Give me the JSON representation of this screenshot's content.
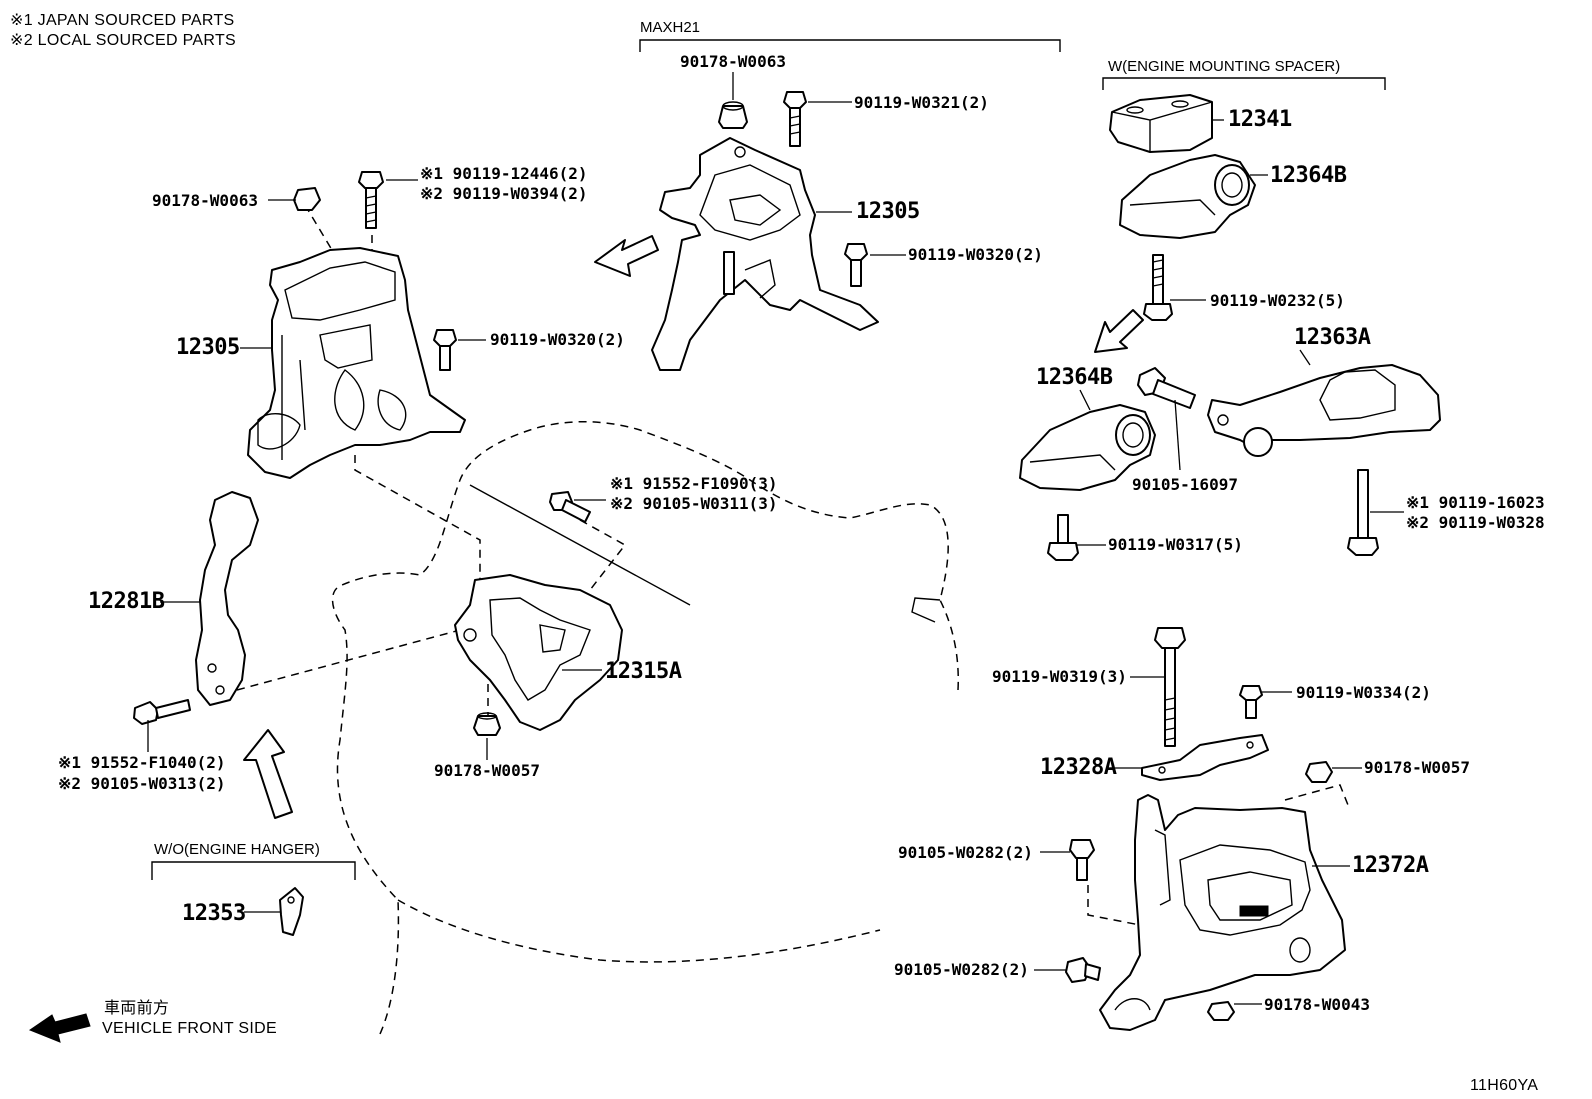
{
  "notes": {
    "note1": "※1  JAPAN SOURCED PARTS",
    "note2": "※2  LOCAL SOURCED PARTS"
  },
  "groups": {
    "maxh21": "MAXH21",
    "spacer": "W(ENGINE MOUNTING SPACER)",
    "hanger": "W/O(ENGINE HANGER)"
  },
  "direction": {
    "jp": "車両前方",
    "en": "VEHICLE FRONT SIDE"
  },
  "diagram_code": "11H60YA",
  "parts": {
    "p90178_w0063_top": "90178-W0063",
    "p90119_w0321": "90119-W0321(2)",
    "p12305_top": "12305",
    "p90119_w0320_top": "90119-W0320(2)",
    "p90178_w0063_left": "90178-W0063",
    "p90119_12446": "※1 90119-12446(2)",
    "p90119_w0394": "※2 90119-W0394(2)",
    "p12305_left": "12305",
    "p90119_w0320_left": "90119-W0320(2)",
    "p91552_f1090": "※1 91552-F1090(3)",
    "p90105_w0311": "※2 90105-W0311(3)",
    "p12281b": "12281B",
    "p12315a": "12315A",
    "p90178_w0057_mid": "90178-W0057",
    "p91552_f1040": "※1 91552-F1040(2)",
    "p90105_w0313": "※2 90105-W0313(2)",
    "p12353": "12353",
    "p12341": "12341",
    "p12364b_top": "12364B",
    "p90119_w0232": "90119-W0232(5)",
    "p12363a": "12363A",
    "p12364b_mid": "12364B",
    "p90105_16097": "90105-16097",
    "p90119_16023": "※1 90119-16023",
    "p90119_w0328": "※2 90119-W0328",
    "p90119_w0317": "90119-W0317(5)",
    "p90119_w0319": "90119-W0319(3)",
    "p90119_w0334": "90119-W0334(2)",
    "p12328a": "12328A",
    "p90178_w0057_right": "90178-W0057",
    "p90105_w0282_a": "90105-W0282(2)",
    "p12372a": "12372A",
    "p90105_w0282_b": "90105-W0282(2)",
    "p90178_w0043": "90178-W0043"
  }
}
